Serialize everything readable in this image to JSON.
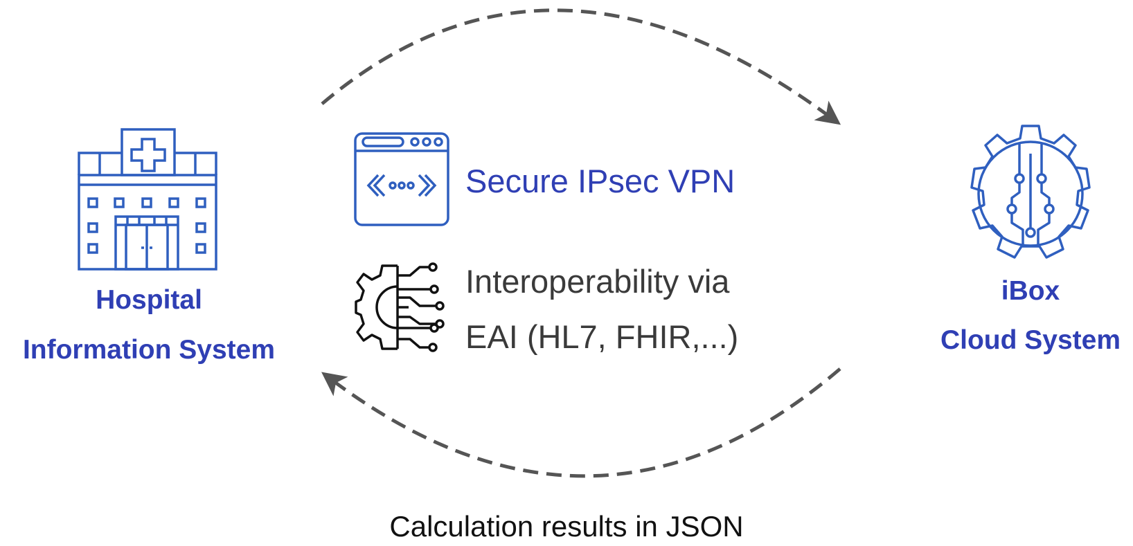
{
  "colors": {
    "primary": "#2f3fb4",
    "icon_stroke": "#2f5fbf",
    "arrow": "#555555",
    "text_dark": "#3a3a3a",
    "text_black": "#111111",
    "background": "#ffffff"
  },
  "hospital": {
    "icon": "hospital-building-icon",
    "title_line1": "Hospital",
    "title_line2": "Information System"
  },
  "ibox": {
    "icon": "circuit-gear-icon",
    "title_line1": "iBox",
    "title_line2": "Cloud System"
  },
  "features": {
    "vpn": {
      "icon": "browser-code-window-icon",
      "label": "Secure IPsec VPN"
    },
    "interop": {
      "icon": "gear-circuit-icon",
      "label_line1": "Interoperability via",
      "label_line2": "EAI (HL7, FHIR,...)"
    }
  },
  "arrows": {
    "top": {
      "direction": "hospital-to-ibox",
      "style": "dashed"
    },
    "bottom": {
      "direction": "ibox-to-hospital",
      "style": "dashed"
    }
  },
  "caption": "Calculation results in JSON"
}
